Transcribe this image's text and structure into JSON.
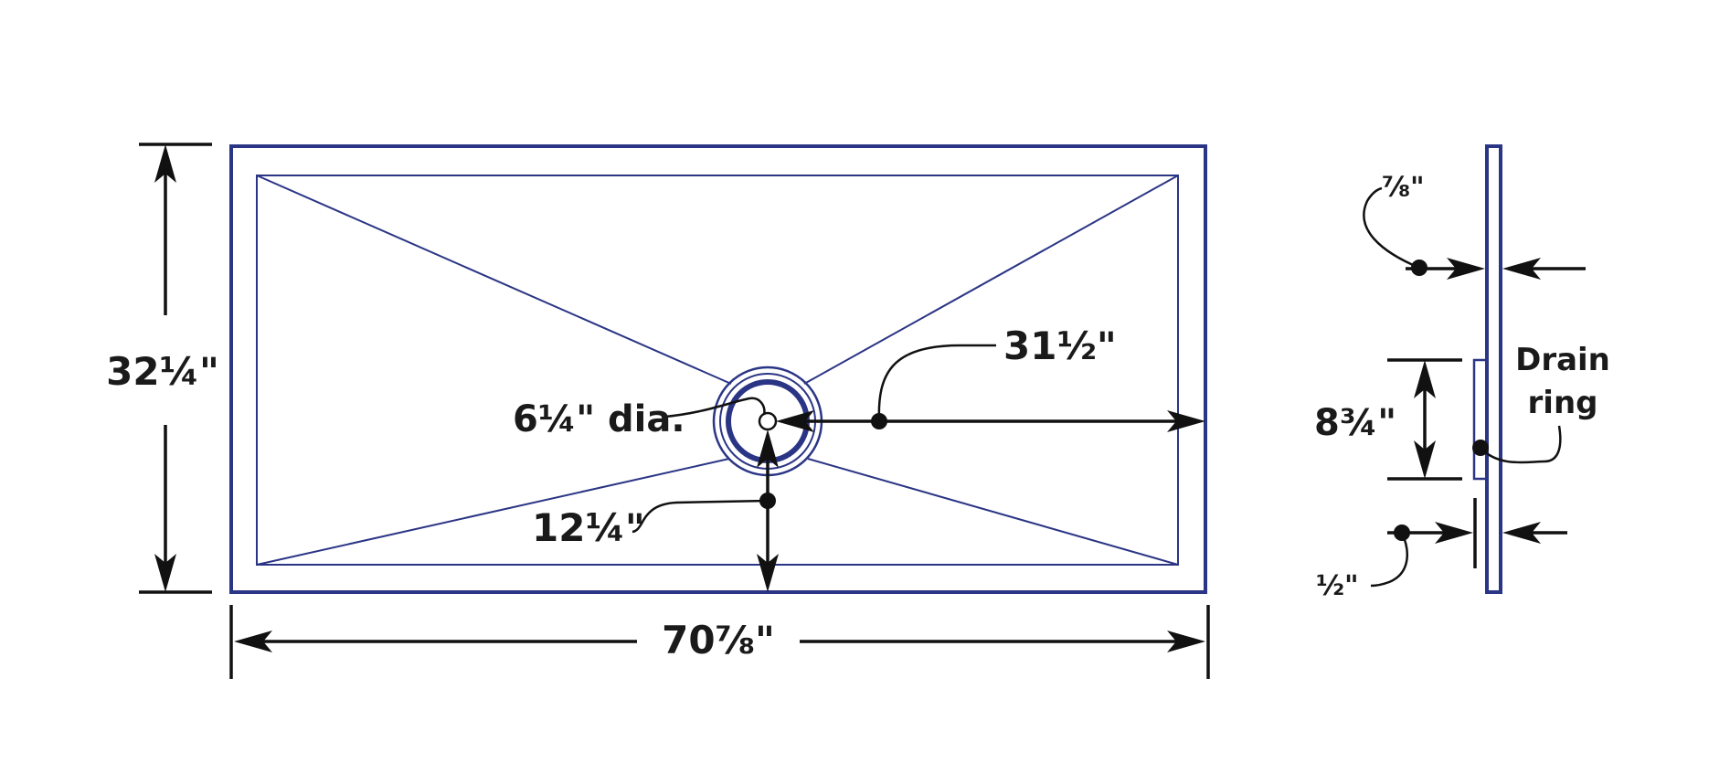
{
  "drawing": {
    "colors": {
      "pan_outline": "#2b3585",
      "dimension_lines": "#111111",
      "background": "#ffffff"
    },
    "plan_view": {
      "width_label": "70⅞\"",
      "depth_label": "32¼\"",
      "drain_diameter_label": "6¼\" dia.",
      "drain_to_end_label": "31½\"",
      "drain_to_front_label": "12¼\""
    },
    "side_view": {
      "thickness_label": "⅞\"",
      "drain_ring_height_label": "8¾\"",
      "drain_ring_label_line1": "Drain",
      "drain_ring_label_line2": "ring",
      "ring_projection_label": "½\""
    }
  }
}
